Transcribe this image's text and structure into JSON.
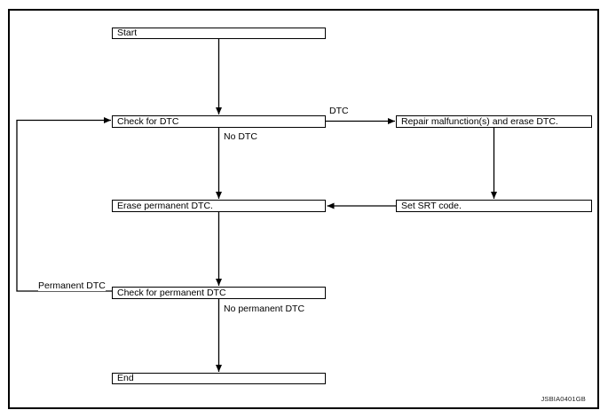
{
  "figure": {
    "nodes": [
      {
        "id": "start",
        "label": "Start"
      },
      {
        "id": "check-dtc",
        "label": "Check for DTC"
      },
      {
        "id": "repair",
        "label": "Repair malfunction(s) and erase DTC."
      },
      {
        "id": "erase-permanent",
        "label": "Erase permanent DTC."
      },
      {
        "id": "set-srt",
        "label": "Set SRT code."
      },
      {
        "id": "check-permanent",
        "label": "Check for permanent DTC"
      },
      {
        "id": "end",
        "label": "End"
      }
    ],
    "edge_labels": {
      "dtc": "DTC",
      "no_dtc": "No DTC",
      "permanent_dtc": "Permanent DTC",
      "no_permanent_dtc": "No permanent DTC"
    },
    "watermark": "JSBIA0401GB",
    "colors": {
      "line": "#000000",
      "background": "#ffffff"
    }
  }
}
